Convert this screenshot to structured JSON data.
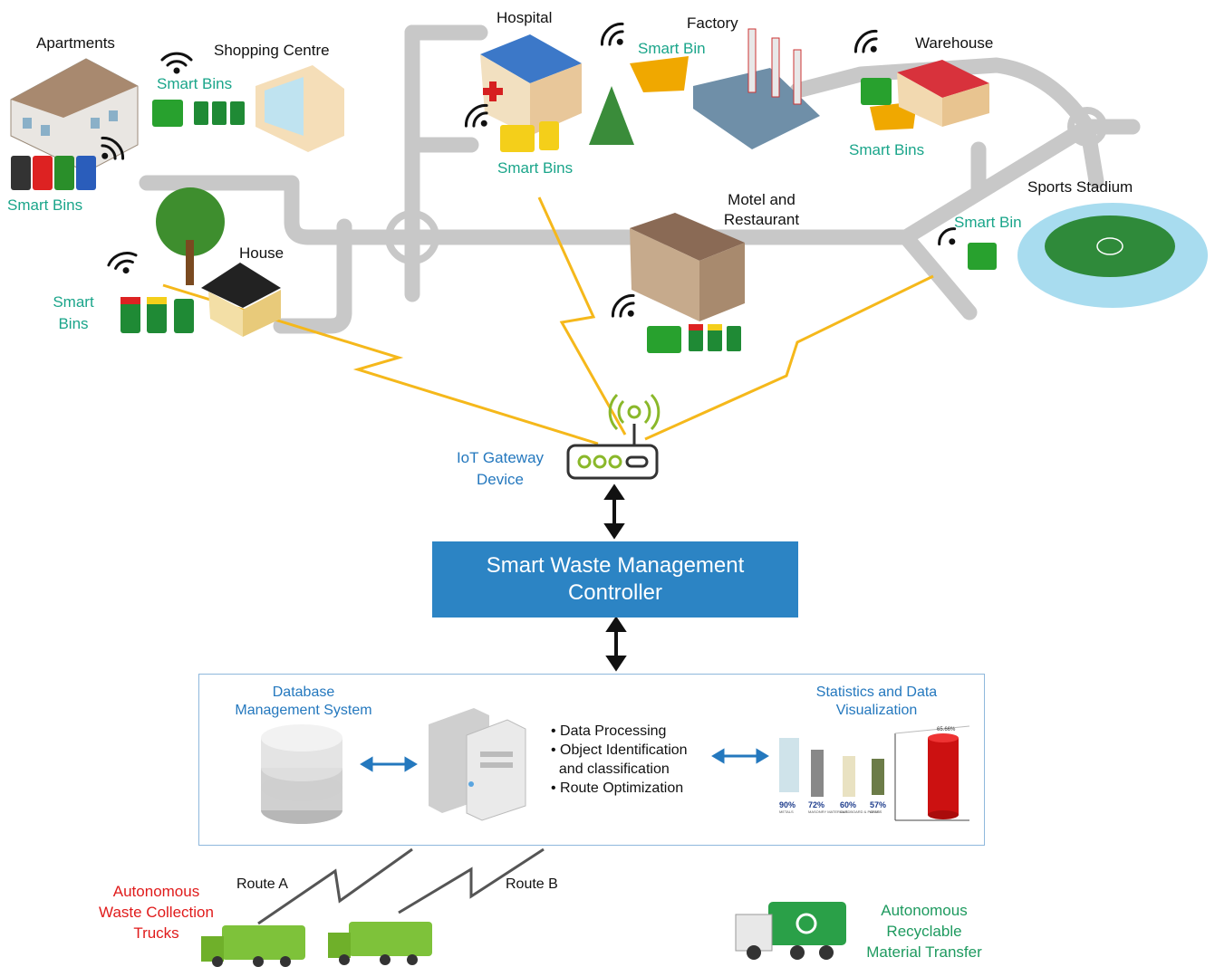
{
  "buildings": {
    "apartments": "Apartments",
    "shopping_centre": "Shopping Centre",
    "hospital": "Hospital",
    "factory": "Factory",
    "warehouse": "Warehouse",
    "house": "House",
    "motel": "Motel and Restaurant",
    "sports_stadium": "Sports Stadium"
  },
  "bins": {
    "apartments": "Smart Bins",
    "shopping_centre": "Smart Bins",
    "hospital": "Smart Bins",
    "factory": "Smart Bin",
    "warehouse": "Smart Bins",
    "house_line1": "Smart",
    "house_line2": "Bins",
    "stadium": "Smart Bin"
  },
  "gateway": {
    "line1": "IoT Gateway",
    "line2": "Device"
  },
  "controller": {
    "line1": "Smart Waste Management",
    "line2": "Controller"
  },
  "dbms": {
    "line1": "Database",
    "line2": "Management System"
  },
  "processing": {
    "items": [
      "• Data Processing",
      "• Object Identification",
      "  and classification",
      "• Route Optimization"
    ]
  },
  "stats": {
    "title_line1": "Statistics and Data",
    "title_line2": "Visualization",
    "bars": [
      {
        "pct": "90%",
        "label": "METALS"
      },
      {
        "pct": "72%",
        "label": "MASONRY MATERIALS"
      },
      {
        "pct": "60%",
        "label": "CARDBOARD & PAPER"
      },
      {
        "pct": "57%",
        "label": "GLASS"
      }
    ],
    "cylinder_value": "65.66%"
  },
  "trucks": {
    "title_line1": "Autonomous",
    "title_line2": "Waste Collection",
    "title_line3": "Trucks",
    "route_a": "Route A",
    "route_b": "Route B"
  },
  "transfer": {
    "line1": "Autonomous",
    "line2": "Recyclable",
    "line3": "Material Transfer"
  },
  "colors": {
    "road": "#c8c8c8",
    "lightning": "#f5b81b",
    "controller": "#2c84c4",
    "bin_green": "#1f9a3a",
    "teal_text": "#1aa58a"
  }
}
